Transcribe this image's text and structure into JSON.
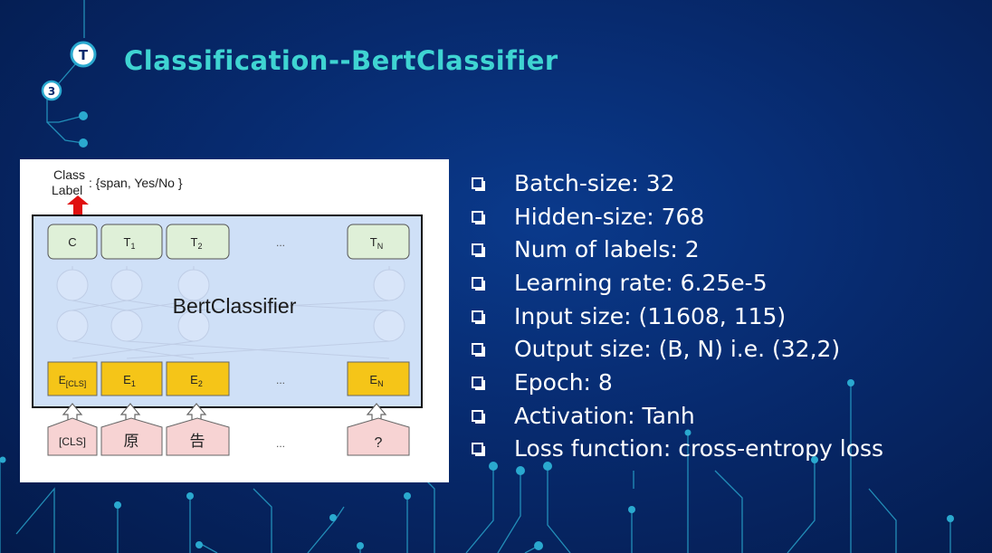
{
  "slide": {
    "title": "Classification--BertClassifier",
    "logo_top_letter": "T",
    "logo_bottom_number": "3"
  },
  "diagram": {
    "class_label": "Class Label",
    "class_values": ": {span, Yes/No }",
    "model_name": "BertClassifier",
    "output_tokens": [
      "C",
      "T1",
      "T2",
      "...",
      "TN"
    ],
    "embedding_tokens": [
      "E[CLS]",
      "E1",
      "E2",
      "...",
      "EN"
    ],
    "input_tokens": [
      "[CLS]",
      "原",
      "告",
      "...",
      "?"
    ]
  },
  "specs": [
    "Batch-size: 32",
    "Hidden-size: 768",
    "Num of labels: 2",
    "Learning rate: 6.25e-5",
    "Input size: (11608, 115)",
    "Output size: (B, N) i.e. (32,2)",
    "Epoch: 8",
    "Activation: Tanh",
    "Loss function: cross-entropy loss"
  ],
  "colors": {
    "title": "#3fd4d2",
    "circuit": "#2aa9cf",
    "output_box": "#dff0d8",
    "embedding_box": "#f5c518",
    "input_box": "#f7d3d3",
    "model_fill": "#cfe0f7",
    "arrow_up": "#e01010"
  }
}
